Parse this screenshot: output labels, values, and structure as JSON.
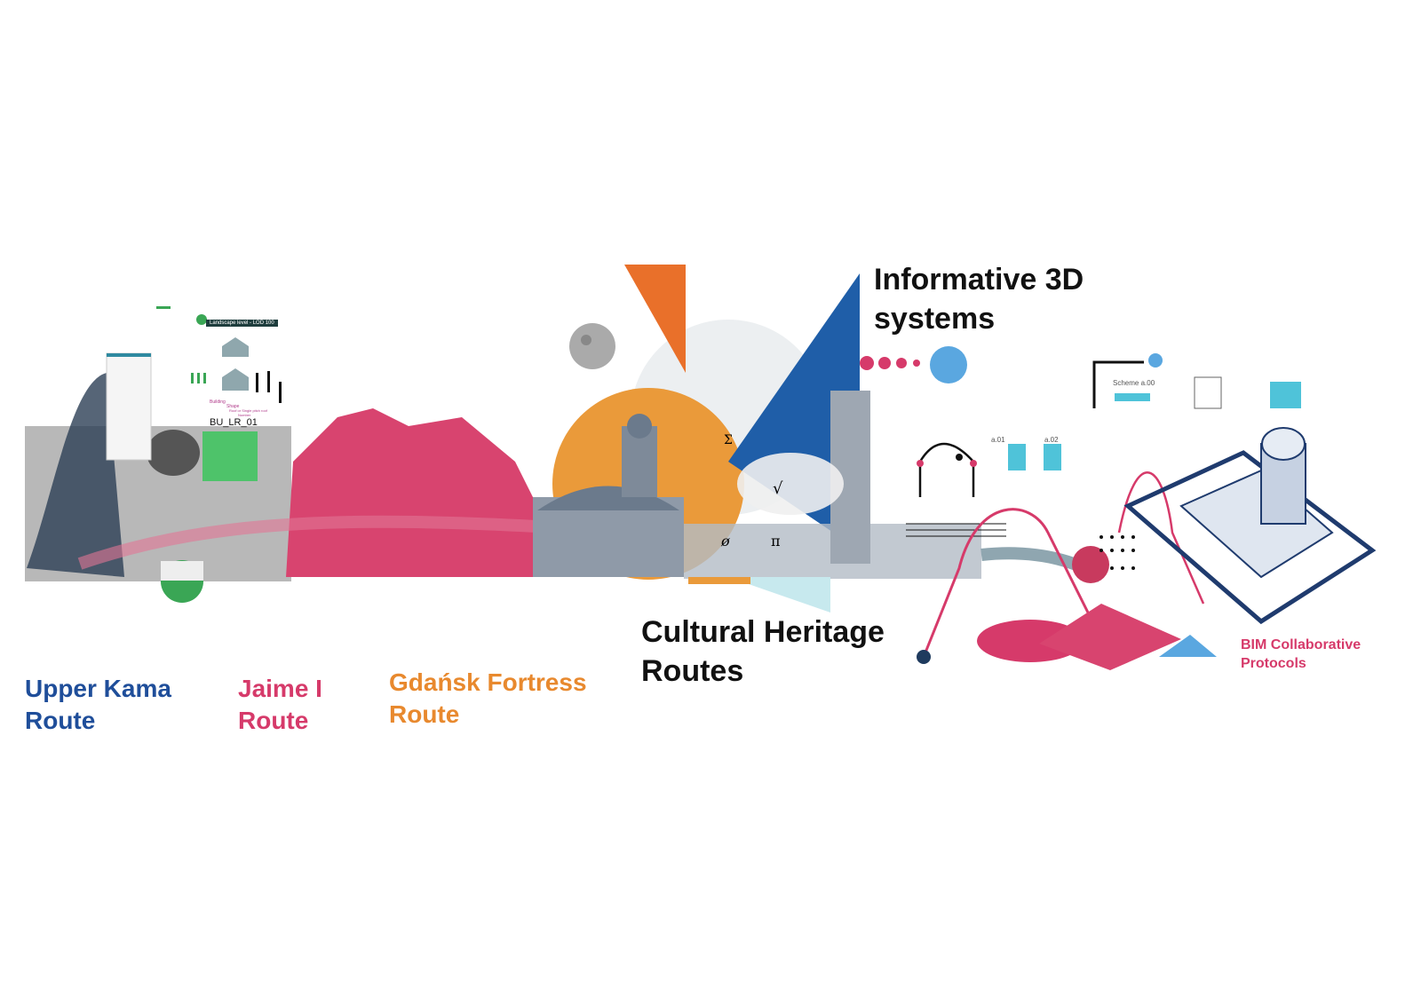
{
  "headings": {
    "informative": "Informative 3D systems",
    "cultural": "Cultural Heritage Routes",
    "bim": "BIM Collaborative Protocols"
  },
  "routes": [
    {
      "label": "Upper Kama Route",
      "color": "#1f4e9a"
    },
    {
      "label": "Jaime I Route",
      "color": "#d63a6a"
    },
    {
      "label": "Gdańsk Fortress Route",
      "color": "#e8892e"
    }
  ],
  "labels": {
    "landscape": "Landscape level - LOD 100",
    "code": "BU_LR_01",
    "building": "Building",
    "shape": "Shape",
    "roof": "Roof or Single pitch roof",
    "number": "Number",
    "scheme": "Scheme a.00",
    "a01": "a.01",
    "a02": "a.02"
  },
  "symbols": [
    "Σ",
    "√",
    "ø",
    "π"
  ],
  "colors": {
    "blue": "#1f5ea8",
    "pink": "#d63a6a",
    "orange": "#e8892e",
    "lightblue": "#5aa7e0",
    "teal": "#4fc3d9",
    "green": "#3aa655"
  }
}
